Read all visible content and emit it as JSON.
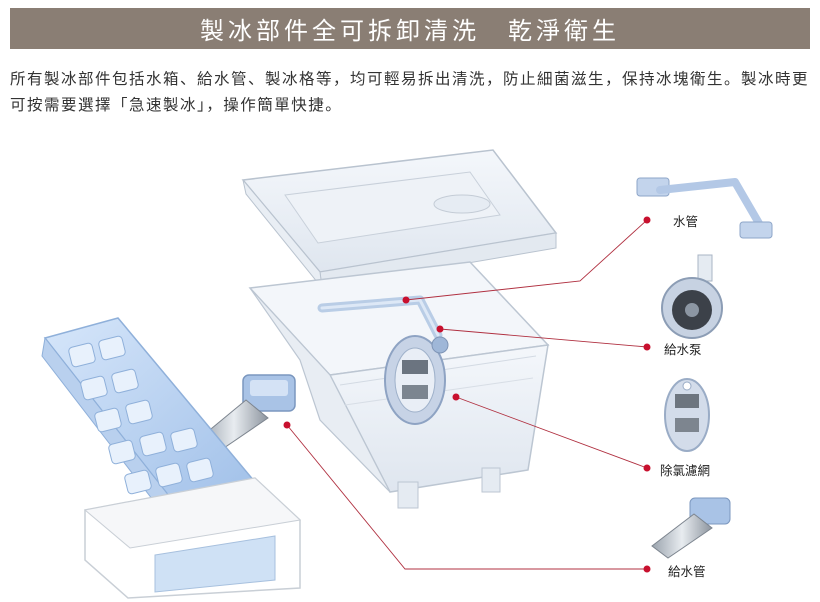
{
  "banner": {
    "title": "製冰部件全可拆卸清洗　乾淨衛生"
  },
  "description": {
    "text": "所有製冰部件包括水箱、給水管、製冰格等，均可輕易拆出清洗，防止細菌滋生，保持冰塊衛生。製冰時更可按需要選擇「急速製冰」，操作簡單快捷。"
  },
  "callouts": [
    {
      "id": "water-pipe",
      "label": "水管"
    },
    {
      "id": "water-pump",
      "label": "給水泵"
    },
    {
      "id": "chlorine-filter",
      "label": "除氯濾網"
    },
    {
      "id": "feed-pipe",
      "label": "給水管"
    }
  ],
  "colors": {
    "banner_bg": "#8a7e74",
    "dot": "#c8102e",
    "leader": "#b03040",
    "part_blue": "#a9c6ec"
  }
}
